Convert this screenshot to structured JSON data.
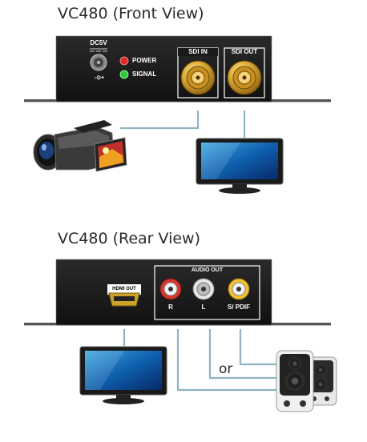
{
  "front": {
    "title": "VC480 (Front View)",
    "power_jack_label": "DC5V",
    "power_polarity": "-⊙+",
    "power_led_label": "POWER",
    "signal_led_label": "SIGNAL",
    "sdi_in_label": "SDI  IN",
    "sdi_out_label": "SDI  OUT"
  },
  "rear": {
    "title": "VC480 (Rear View)",
    "hdmi_label": "HDMI OUT",
    "audio_out_label": "AUDIO OUT",
    "audio_r_label": "R",
    "audio_l_label": "L",
    "audio_spdif_label": "S/ PDIF",
    "or_label": "or"
  },
  "colors": {
    "device_body": "#1a1a1a",
    "cable": "#8fb3c4",
    "power_led": "#e02a2a",
    "signal_led": "#2ecc3a",
    "bnc_gold": "#d9a62f",
    "rca_red": "#d8372f",
    "rca_white": "#e6e6e6",
    "rca_yellow": "#f2c230"
  },
  "icons": [
    "camcorder-icon",
    "monitor-icon",
    "speaker-icon",
    "hdmi-port-icon",
    "bnc-connector-icon",
    "rca-jack-icon",
    "dc-power-jack-icon"
  ]
}
